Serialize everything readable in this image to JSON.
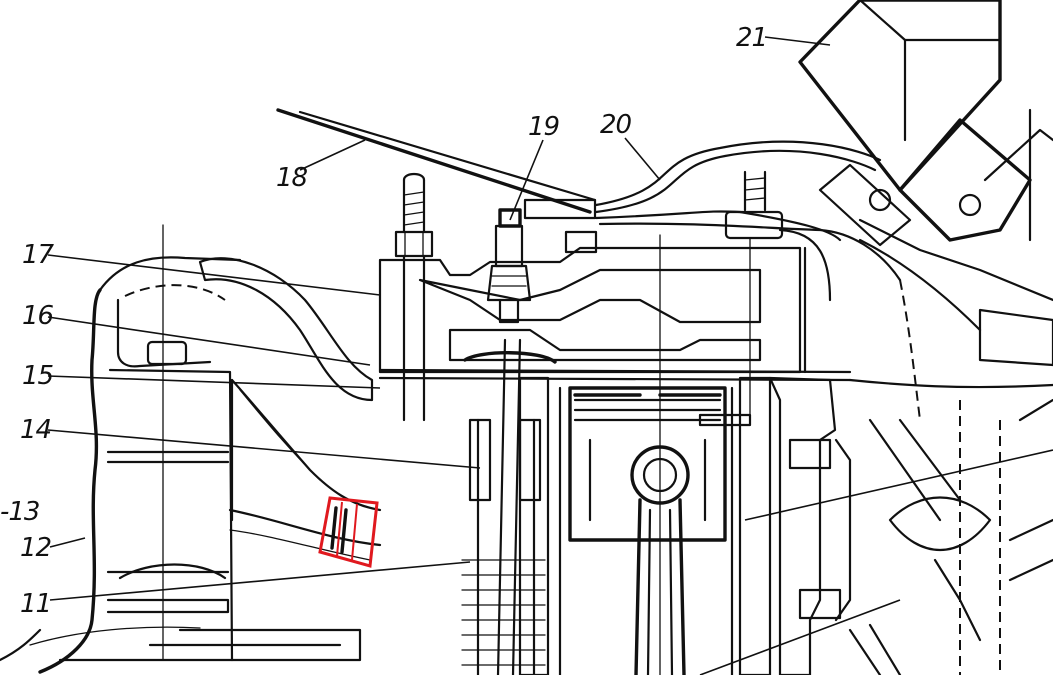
{
  "labels": [
    {
      "key": "n11",
      "text": "11"
    },
    {
      "key": "n12",
      "text": "12"
    },
    {
      "key": "n13",
      "text": "-13"
    },
    {
      "key": "n14",
      "text": "14"
    },
    {
      "key": "n15",
      "text": "15"
    },
    {
      "key": "n16",
      "text": "16"
    },
    {
      "key": "n17",
      "text": "17"
    },
    {
      "key": "n18",
      "text": "18"
    },
    {
      "key": "n19",
      "text": "19"
    },
    {
      "key": "n20",
      "text": "20"
    },
    {
      "key": "n21",
      "text": "21"
    }
  ],
  "highlight": {
    "color": "#e0191f"
  }
}
